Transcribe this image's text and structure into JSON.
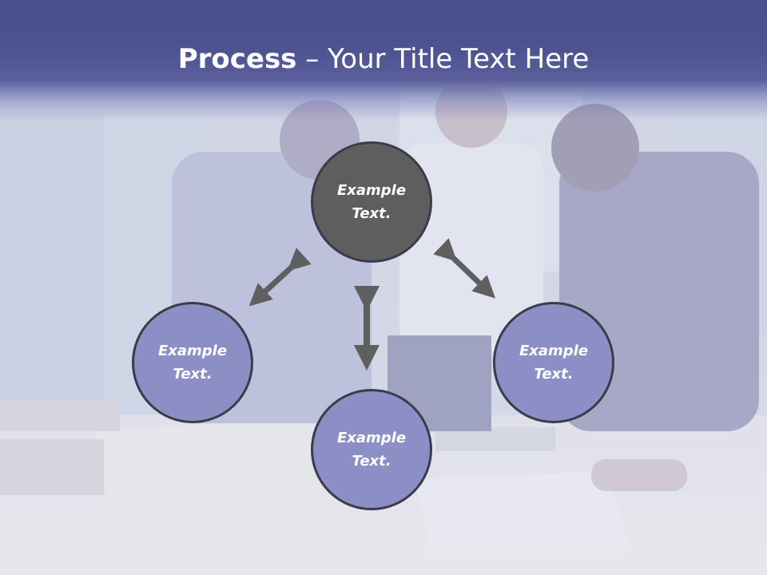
{
  "title": {
    "bold": "Process",
    "rest": " – Your Title Text Here"
  },
  "nodes": {
    "top": "Example\nText.",
    "left": "Example\nText.",
    "right": "Example\nText.",
    "bottom": "Example\nText."
  },
  "colors": {
    "header": "#4d5290",
    "node_dark": "#5e5e5e",
    "node_light": "#8c8fc6",
    "node_border": "#3b3b4a",
    "arrow": "#5f5f5f"
  }
}
